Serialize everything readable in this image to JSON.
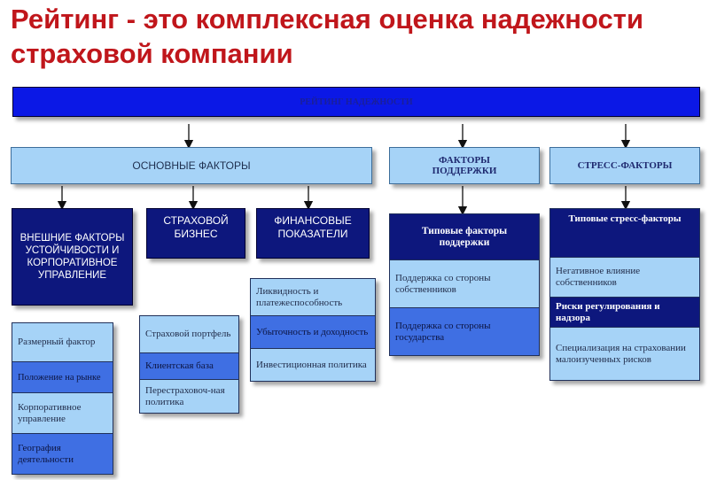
{
  "title": "Рейтинг - это комплексная оценка надежности страховой компании",
  "root": "РЕЙТИНГ НАДЕЖНОСТИ",
  "groups": {
    "main": "ОСНОВНЫЕ ФАКТОРЫ",
    "support": "ФАКТОРЫ ПОДДЕРЖКИ",
    "stress": "СТРЕСС-ФАКТОРЫ"
  },
  "subgroups": {
    "external": "ВНЕШНИЕ ФАКТОРЫ УСТОЙЧИВОСТИ И КОРПОРАТИВНОЕ УПРАВЛЕНИЕ",
    "insurance": "СТРАХОВОЙ БИЗНЕС",
    "financial": "ФИНАНСОВЫЕ ПОКАЗАТЕЛИ",
    "support_types": "Типовые факторы поддержки",
    "stress_types": "Типовые стресс-факторы"
  },
  "lists": {
    "external": [
      "Размерный фактор",
      "Положение на рынке",
      "Корпоративное управление",
      "География деятельности"
    ],
    "insurance": [
      "Страховой портфель",
      "Клиентская база",
      "Перестраховоч-ная политика"
    ],
    "financial": [
      "Ликвидность и платежеспособность",
      "Убыточность и доходность",
      "Инвестиционная политика"
    ],
    "support": [
      "Поддержка со стороны собственников",
      "Поддержка со стороны государства"
    ],
    "stress": [
      "Негативное влияние собственников",
      "Риски регулирования и надзора",
      "Специализация на страховании малоизученных рисков"
    ]
  },
  "colors": {
    "title": "#c0161b",
    "banner": "#0b18e6",
    "light_box": "#a6d3f7",
    "dark_box": "#0d177d",
    "mid_cell": "#3f6fe3"
  }
}
